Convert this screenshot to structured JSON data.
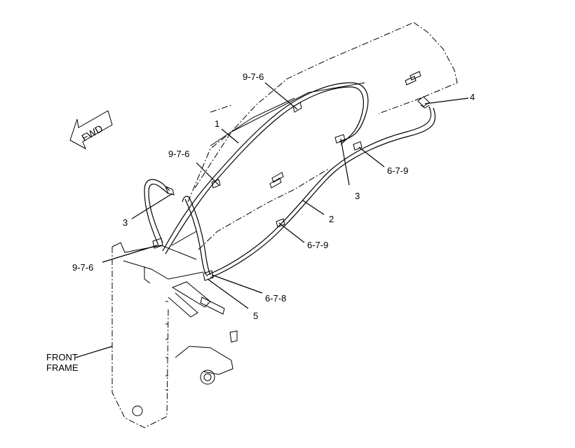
{
  "labels": {
    "hose_1": "1",
    "hose_2": "2",
    "clip_3_left": "3",
    "clip_3_right": "3",
    "fitting_4": "4",
    "part_5": "5",
    "ref_976_top": "9-7-6",
    "ref_976_mid": "9-7-6",
    "ref_976_low": "9-7-6",
    "ref_679_right": "6-7-9",
    "ref_679_mid": "6-7-9",
    "ref_678": "6-7-8",
    "front_frame_line1": "FRONT",
    "front_frame_line2": "FRAME",
    "fwd": "FWD"
  }
}
